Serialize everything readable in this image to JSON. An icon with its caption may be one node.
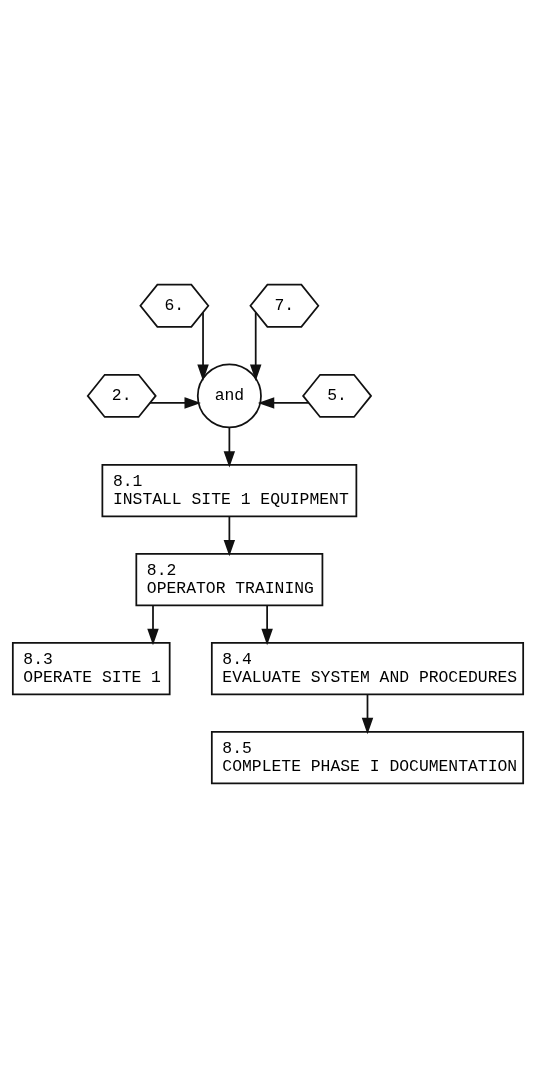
{
  "diagram": {
    "nodes": [
      {
        "text": [
          "6."
        ]
      },
      {
        "text": [
          "7."
        ]
      },
      {
        "text": [
          "2."
        ]
      },
      {
        "text": [
          "and"
        ]
      },
      {
        "text": [
          "5."
        ]
      },
      {
        "text": [
          "8.1",
          "INSTALL SITE 1 EQUIPMENT"
        ]
      },
      {
        "text": [
          "8.2",
          "OPERATOR TRAINING"
        ]
      },
      {
        "text": [
          "8.3",
          "OPERATE SITE 1"
        ]
      },
      {
        "text": [
          "8.4",
          "EVALUATE SYSTEM AND PROCEDURES"
        ]
      },
      {
        "text": [
          "8.5",
          "COMPLETE PHASE I DOCUMENTATION"
        ]
      }
    ],
    "edges": [
      {
        "from": 0,
        "to": 3,
        "arrow": "to"
      },
      {
        "from": 1,
        "to": 3,
        "arrow": "to"
      },
      {
        "from": 2,
        "to": 3,
        "arrow": "to"
      },
      {
        "from": 4,
        "to": 3,
        "arrow": "to"
      },
      {
        "from": 3,
        "to": 5,
        "arrow": "to"
      },
      {
        "from": 5,
        "to": 6,
        "arrow": "to"
      },
      {
        "from": 6,
        "to": 7,
        "arrow": "to"
      },
      {
        "from": 6,
        "to": 8,
        "arrow": "to"
      },
      {
        "from": 8,
        "to": 9,
        "arrow": "to"
      }
    ]
  }
}
